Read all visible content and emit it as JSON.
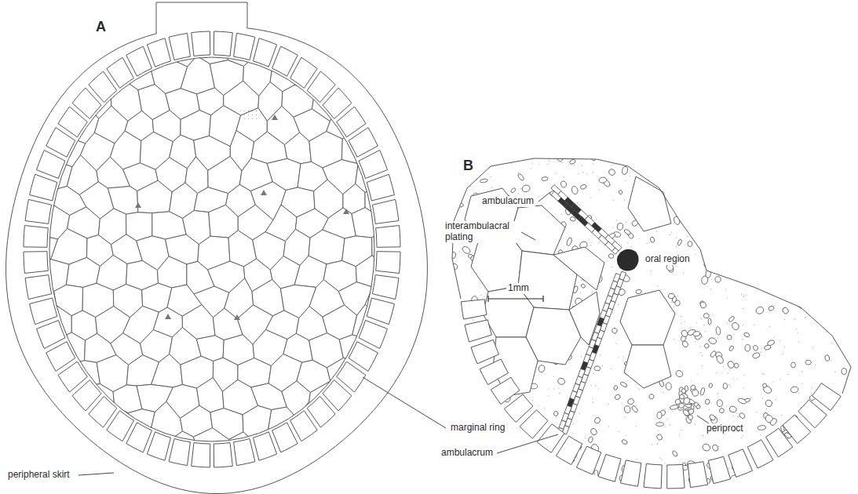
{
  "diagram": {
    "labels": [
      "A",
      "B",
      "ambulacrum",
      "interambulacral plating",
      "oral region",
      "1mm",
      "ambulacrum",
      "marginal ring",
      "peripheral skirt",
      "periproct"
    ]
  }
}
